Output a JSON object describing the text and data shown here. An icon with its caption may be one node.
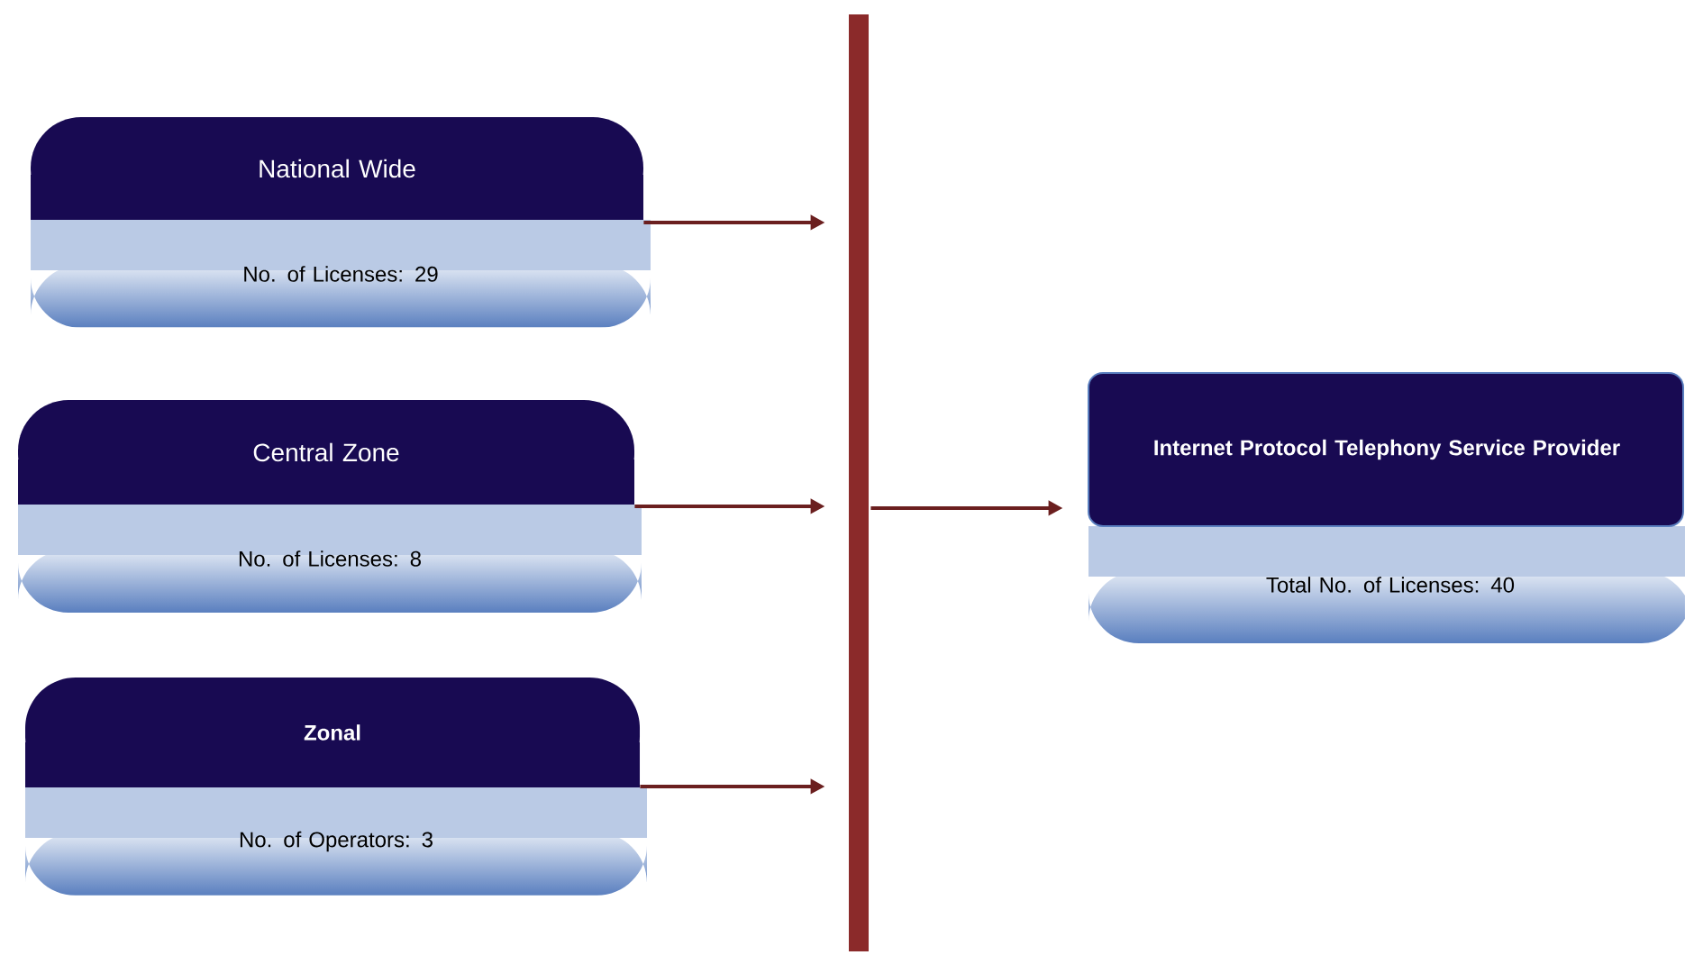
{
  "diagram": {
    "nodes": [
      {
        "text": [
          "National Wide",
          "No. of Licenses: 29"
        ]
      },
      {
        "text": [
          "Central Zone",
          "No. of Licenses: 8"
        ]
      },
      {
        "text": [
          "Zonal",
          "No. of Operators: 3"
        ]
      },
      {
        "text": [],
        "shape": "bar"
      },
      {
        "text": [
          "Internet Protocol Telephony Service Provider",
          "Total No. of Licenses: 40"
        ]
      }
    ],
    "edges": [
      {
        "from": 0,
        "to": 3,
        "arrow": "to"
      },
      {
        "from": 1,
        "to": 3,
        "arrow": "to"
      },
      {
        "from": 2,
        "to": 3,
        "arrow": "to"
      },
      {
        "from": 3,
        "to": 4,
        "arrow": "to"
      }
    ]
  }
}
